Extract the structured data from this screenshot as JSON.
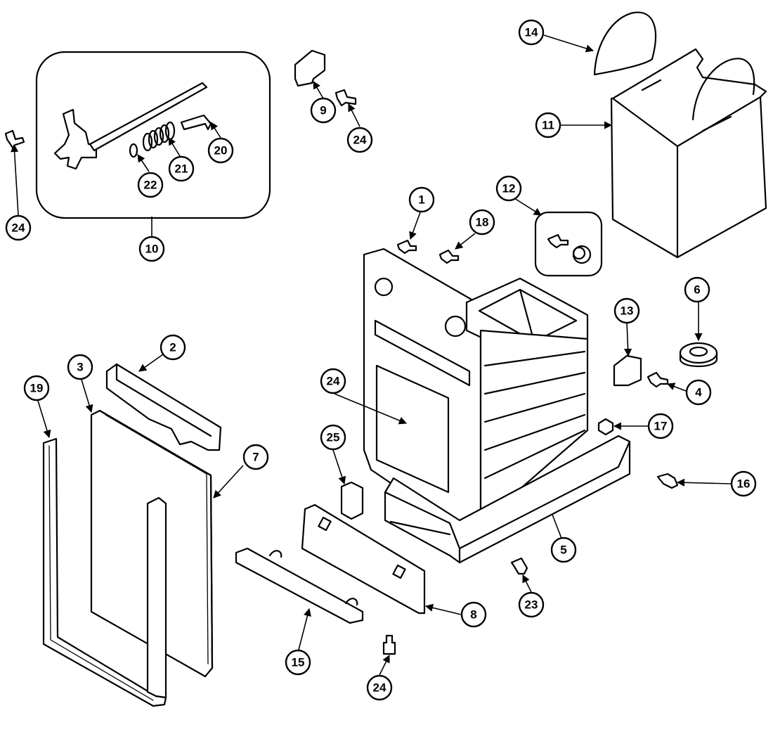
{
  "colors": {
    "line": "#000000",
    "background": "#ffffff"
  },
  "callouts": {
    "c1": "1",
    "c2": "2",
    "c3": "3",
    "c4": "4",
    "c5": "5",
    "c6": "6",
    "c7": "7",
    "c8": "8",
    "c9": "9",
    "c10": "10",
    "c11": "11",
    "c12": "12",
    "c13": "13",
    "c14": "14",
    "c15": "15",
    "c16": "16",
    "c17": "17",
    "c18": "18",
    "c19": "19",
    "c20": "20",
    "c21": "21",
    "c22": "22",
    "c23": "23",
    "c24a": "24",
    "c24b": "24",
    "c24c": "24",
    "c24d": "24",
    "c25": "25"
  }
}
